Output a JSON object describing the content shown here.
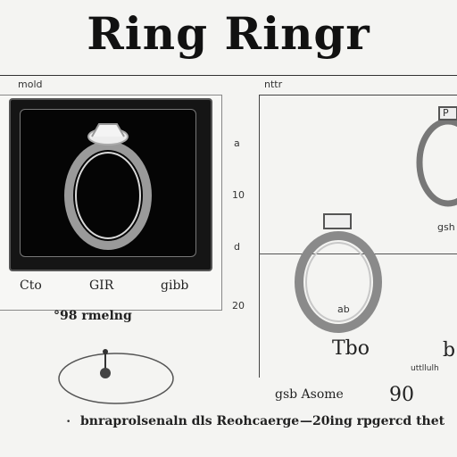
{
  "header": {
    "title": "Ring Ringr"
  },
  "left_panel": {
    "tag": "mold",
    "labels": [
      "Cto",
      "GIR",
      "gibb"
    ],
    "caption": "°98 rmelng"
  },
  "right_panel": {
    "tag": "nttr",
    "scale": [
      "a",
      "10",
      "d",
      "20"
    ],
    "ring_top_label": "P",
    "ring_top_caption": "gsh",
    "ring_bottom_caption": "Tbo",
    "ring_bottom_note": "ab",
    "corner_note": "b",
    "fine_print": "uttllulh"
  },
  "bottom_row": {
    "small_label": "gsb Asome",
    "value": "90"
  },
  "footer": {
    "left_text": "bnraprolsenaln dls Reohcaerge",
    "right_text": "—20ing rpgercd thet"
  }
}
